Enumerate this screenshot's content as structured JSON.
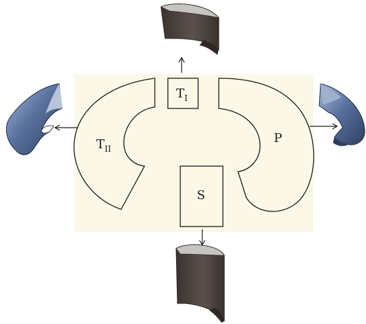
{
  "colors": {
    "background": "#fbf8e8",
    "outline": "#1a1a1a",
    "dark_blade": "#4f4641",
    "blade_top": "#c8c4c2",
    "blue_blade": "#4f6790",
    "blue_highlight": "#a6b6d3"
  },
  "diagram": {
    "regions": [
      {
        "id": "T_I",
        "label_main": "T",
        "label_sub": "I"
      },
      {
        "id": "T_II",
        "label_main": "T",
        "label_sub": "II"
      },
      {
        "id": "P",
        "label_main": "P",
        "label_sub": ""
      },
      {
        "id": "S",
        "label_main": "S",
        "label_sub": ""
      }
    ],
    "icons": [
      "blade-top-icon",
      "blade-left-icon",
      "blade-right-icon",
      "blade-bottom-icon"
    ],
    "arrows": [
      "arrow-up",
      "arrow-left",
      "arrow-right",
      "arrow-down"
    ]
  }
}
